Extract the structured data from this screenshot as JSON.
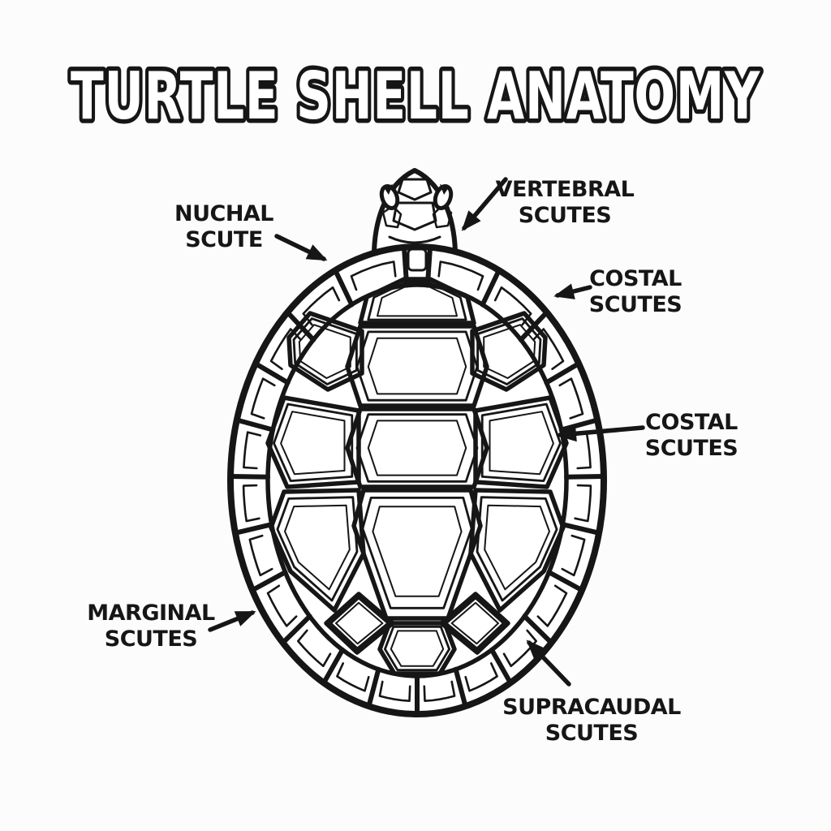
{
  "title": "TURTLE SHELL ANATOMY",
  "colors": {
    "background": "#fcfcfc",
    "ink": "#161616",
    "paper": "#ffffff"
  },
  "labels": {
    "nuchal": {
      "line1": "NUCHAL",
      "line2": "SCUTE"
    },
    "vertebral": {
      "line1": "VERTEBRAL",
      "line2": "SCUTES"
    },
    "costal_upper": {
      "line1": "COSTAL",
      "line2": "SCUTES"
    },
    "costal_right": {
      "line1": "COSTAL",
      "line2": "SCUTES"
    },
    "marginal": {
      "line1": "MARGINAL",
      "line2": "SCUTES"
    },
    "supracaudal": {
      "line1": "SUPRACAUDAL",
      "line2": "SCUTES"
    }
  }
}
